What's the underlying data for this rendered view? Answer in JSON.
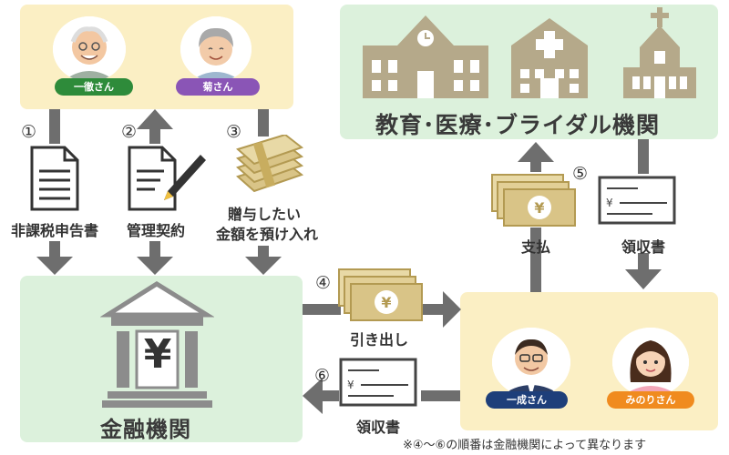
{
  "family": {
    "grandfather": "一徹さん",
    "grandmother": "菊さん"
  },
  "institutions": {
    "title": "教育･医療･ブライダル機関"
  },
  "steps": {
    "s1": {
      "num": "①",
      "label": "非課税申告書"
    },
    "s2": {
      "num": "②",
      "label": "管理契約"
    },
    "s3": {
      "num": "③",
      "label_line1": "贈与したい",
      "label_line2": "金額を預け入れ"
    },
    "s4": {
      "num": "④",
      "label": "引き出し"
    },
    "s5": {
      "num": "⑤",
      "pay_label": "支払",
      "receipt_label": "領収書"
    },
    "s6": {
      "num": "⑥",
      "label": "領収書"
    }
  },
  "bank": {
    "title": "金融機関",
    "yen": "¥"
  },
  "recipients": {
    "man": "一成さん",
    "woman": "みのりさん"
  },
  "cheque_mark": "¥",
  "footnote": "※④～⑥の順番は金融機関によって異なります",
  "colors": {
    "family_box": "#fbefc4",
    "institution_box": "#dcf1dc",
    "bank_box": "#dcf1dc",
    "recipient_box": "#fbefc4",
    "arrow": "#6e6e6e",
    "grandfather_pill": "#2e8b3a",
    "grandmother_pill": "#8a55b6",
    "man_pill": "#1e3f7a",
    "woman_pill": "#f08b1f",
    "building": "#b5a98a",
    "money": "#d9c487"
  }
}
